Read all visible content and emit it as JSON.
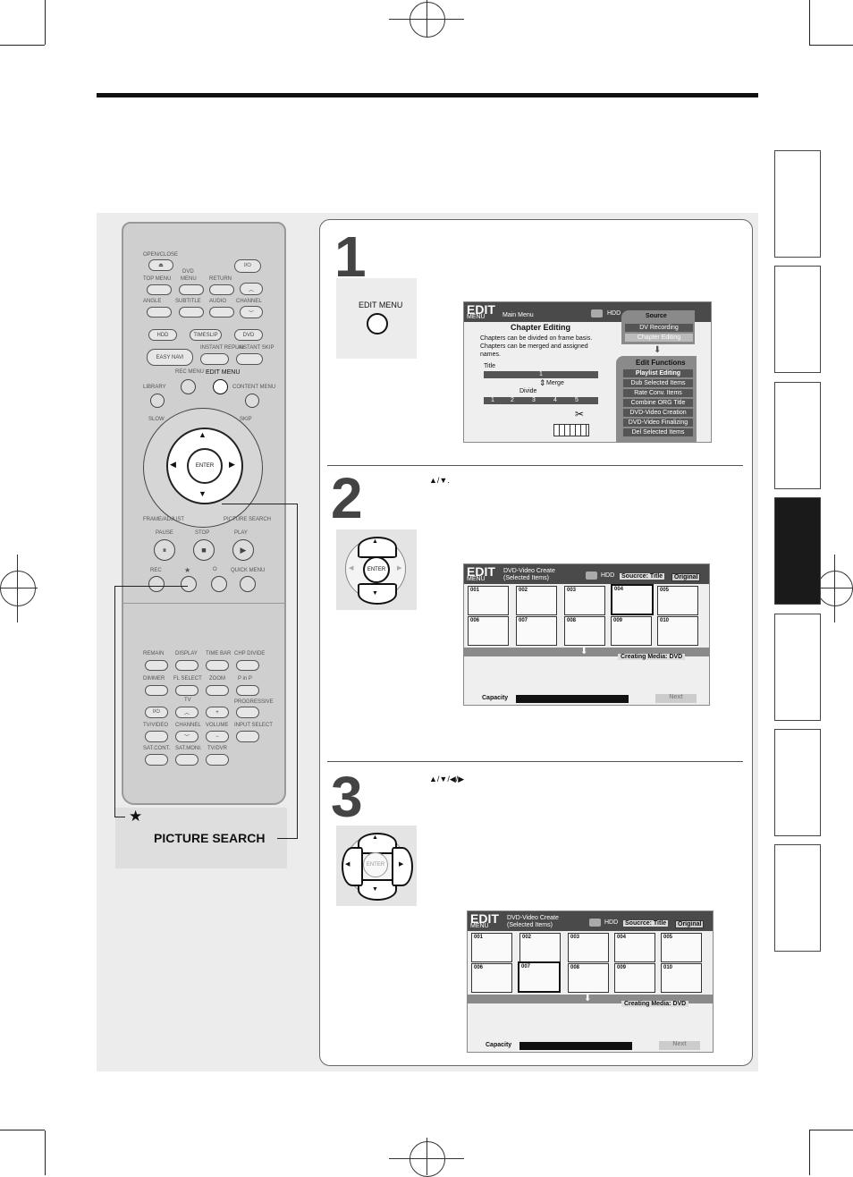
{
  "remote": {
    "open_close": "OPEN/CLOSE",
    "dvd_header": "DVD",
    "top_menu": "TOP MENU",
    "menu": "MENU",
    "return": "RETURN",
    "angle": "ANGLE",
    "subtitle": "SUBTITLE",
    "audio": "AUDIO",
    "channel": "CHANNEL",
    "hdd": "HDD",
    "timeslip": "TIMESLIP",
    "dvd": "DVD",
    "easy_navi": "EASY NAVI",
    "instant_replay": "INSTANT REPLAY",
    "instant_skip": "INSTANT SKIP",
    "rec_menu": "REC MENU",
    "edit_menu": "EDIT MENU",
    "library": "LIBRARY",
    "content_menu": "CONTENT MENU",
    "slow": "SLOW",
    "skip": "SKIP",
    "enter": "ENTER",
    "frame_adjust": "FRAME/ADJUST",
    "picture_search": "PICTURE SEARCH",
    "pause": "PAUSE",
    "stop": "STOP",
    "play": "PLAY",
    "rec": "REC",
    "star": "★",
    "circle": "O",
    "quick_menu": "QUICK MENU",
    "remain": "REMAIN",
    "display": "DISPLAY",
    "time_bar": "TIME BAR",
    "chp_divide": "CHP DIVIDE",
    "dimmer": "DIMMER",
    "fl_select": "FL SELECT",
    "zoom": "ZOOM",
    "p_in_p": "P in P",
    "tv": "TV",
    "progressive": "PROGRESSIVE",
    "tv_video": "TV/VIDEO",
    "volume": "VOLUME",
    "input_select": "INPUT SELECT",
    "sat_cont": "SAT.CONT.",
    "sat_moni": "SAT.MONI.",
    "tv_dvr": "TV/DVR"
  },
  "callout": {
    "star": "★",
    "picture_search": "PICTURE SEARCH"
  },
  "step1": {
    "number": "1",
    "button_label": "EDIT MENU",
    "screen": {
      "logo_edit": "EDIT",
      "logo_menu": "MENU",
      "header": "Main Menu",
      "hdd": "HDD",
      "title": "Chapter Editing",
      "desc": "Chapters can be divided on frame basis. Chapters can be merged and assigned names.",
      "title_label": "Title",
      "title_num": "1",
      "merge": "Merge",
      "divide": "Divide",
      "chapters": [
        "1",
        "2",
        "3",
        "4",
        "5"
      ],
      "source_header": "Source",
      "source_items": [
        "DV Recording",
        "Chapter Editing"
      ],
      "edit_functions_header": "Edit Functions",
      "edit_functions": [
        "Playlist Editing",
        "Dub Selected Items",
        "Rate Conv. Items",
        "Combine ORG Title",
        "DVD-Video Creation",
        "DVD-Video Finalizing",
        "Del Selected Items"
      ]
    }
  },
  "step2": {
    "number": "2",
    "instruction": "▲/▼.",
    "enter": "ENTER",
    "screen": {
      "logo_edit": "EDIT",
      "logo_menu": "MENU",
      "header_line1": "DVD-Video Create",
      "header_line2": "(Selected Items)",
      "hdd": "HDD",
      "source": "Soucrce: Title",
      "original": "Original",
      "thumbs": [
        "001",
        "002",
        "003",
        "004",
        "005",
        "006",
        "007",
        "008",
        "009",
        "010"
      ],
      "creating_media": "Creating Media: DVD",
      "capacity": "Capacity",
      "next": "Next"
    }
  },
  "step3": {
    "number": "3",
    "instruction": "▲/▼/◀/▶",
    "enter": "ENTER",
    "screen": {
      "logo_edit": "EDIT",
      "logo_menu": "MENU",
      "header_line1": "DVD-Video Create",
      "header_line2": "(Selected Items)",
      "hdd": "HDD",
      "source": "Soucrce: Title",
      "original": "Original",
      "thumbs": [
        "001",
        "002",
        "003",
        "004",
        "005",
        "006",
        "007",
        "008",
        "009",
        "010"
      ],
      "creating_media": "Creating Media: DVD",
      "capacity": "Capacity",
      "next": "Next"
    }
  }
}
